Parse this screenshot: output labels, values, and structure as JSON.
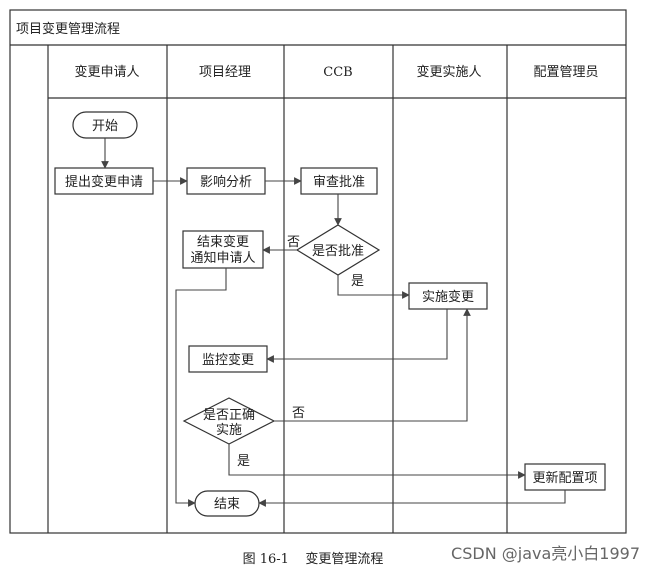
{
  "title": "项目变更管理流程",
  "lanes": [
    "变更申请人",
    "项目经理",
    "CCB",
    "变更实施人",
    "配置管理员"
  ],
  "nodes": {
    "start": "开始",
    "submit_request": "提出变更申请",
    "impact_analysis": "影响分析",
    "review_approve": "审查批准",
    "approved_decision": "是否批准",
    "end_notify_line1": "结束变更",
    "end_notify_line2": "通知申请人",
    "implement_change": "实施变更",
    "monitor_change": "监控变更",
    "correct_decision_line1": "是否正确",
    "correct_decision_line2": "实施",
    "update_config": "更新配置项",
    "end": "结束"
  },
  "edge_labels": {
    "approved_no": "否",
    "approved_yes": "是",
    "correct_no": "否",
    "correct_yes": "是"
  },
  "caption": "图 16-1    变更管理流程",
  "watermark": "CSDN @java亮小白1997"
}
